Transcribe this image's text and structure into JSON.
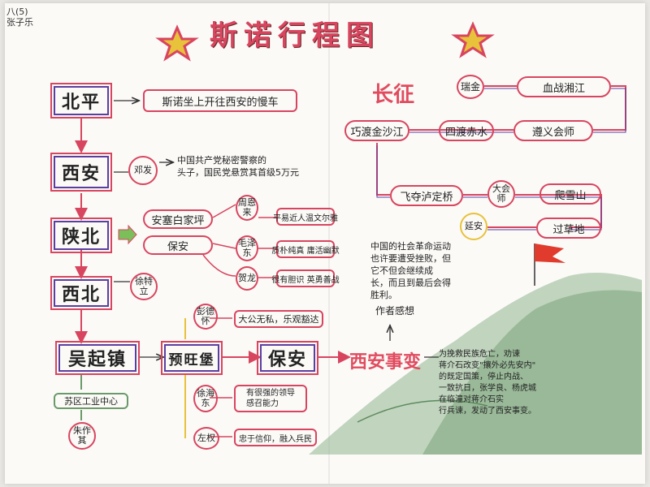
{
  "signature": {
    "class": "八(5)",
    "name": "张子乐"
  },
  "title": "斯诺行程图",
  "left_route": {
    "beiping": "北平",
    "beiping_note": "斯诺坐上开往西安的慢车",
    "xian": "西安",
    "dengfa": "邓发",
    "dengfa_note": "中国共产党秘密警察的\n头子，国民党悬赏其首级5万元",
    "shaanbei": "陕北",
    "anse": "安塞白家坪",
    "baoan": "保安",
    "zhouenlai": "周恩来",
    "zhou_note": "平易近人温文尔雅",
    "maozedong": "毛泽东",
    "mao_note": "质朴纯真 庸活幽默",
    "hejiang": "贺龙",
    "he_note": "很有胆识 英勇善战",
    "xibei": "西北",
    "xute": "徐特立",
    "wuqi": "吴起镇",
    "suqu": "苏区工业中心",
    "zhuzuo": "朱作其",
    "yuwang": "预旺堡",
    "baoan2": "保安",
    "penghuai": "彭德怀",
    "peng_note": "大公无私，乐观豁达",
    "xuhai": "徐海东",
    "xu_note": "有很强的领导\n感召能力",
    "zuoquan": "左权",
    "zuo_note": "忠于信仰，融入兵民"
  },
  "long_march": {
    "label": "长征",
    "ruijin": "瑞金",
    "xiang": "血战湘江",
    "zunyi": "遵义会师",
    "chishui": "四渡赤水",
    "jinsha": "巧渡金沙江",
    "luding": "飞夺泸定桥",
    "dahui": "大会师",
    "xueshan": "爬雪山",
    "caodi": "过草地",
    "yanan": "延安"
  },
  "reflection": {
    "text": "中国的社会革命运动\n也许要遭受挫败，但\n它不但会继续成\n长，而且到最后会得\n胜利。",
    "author": "作者感想"
  },
  "xian_incident": {
    "label": "西安事变",
    "note": "为挽救民族危亡，劝谏\n蒋介石改变\"攘外必先安内\"\n的既定国策，停止内战、\n一致抗日，张学良、杨虎城\n在临潼对蒋介石实\n行兵谏，发动了西安事变。"
  },
  "colors": {
    "red": "#d8455f",
    "purple": "#5a3fa0",
    "yellow": "#e8c23a",
    "green": "#6b9a6a"
  }
}
